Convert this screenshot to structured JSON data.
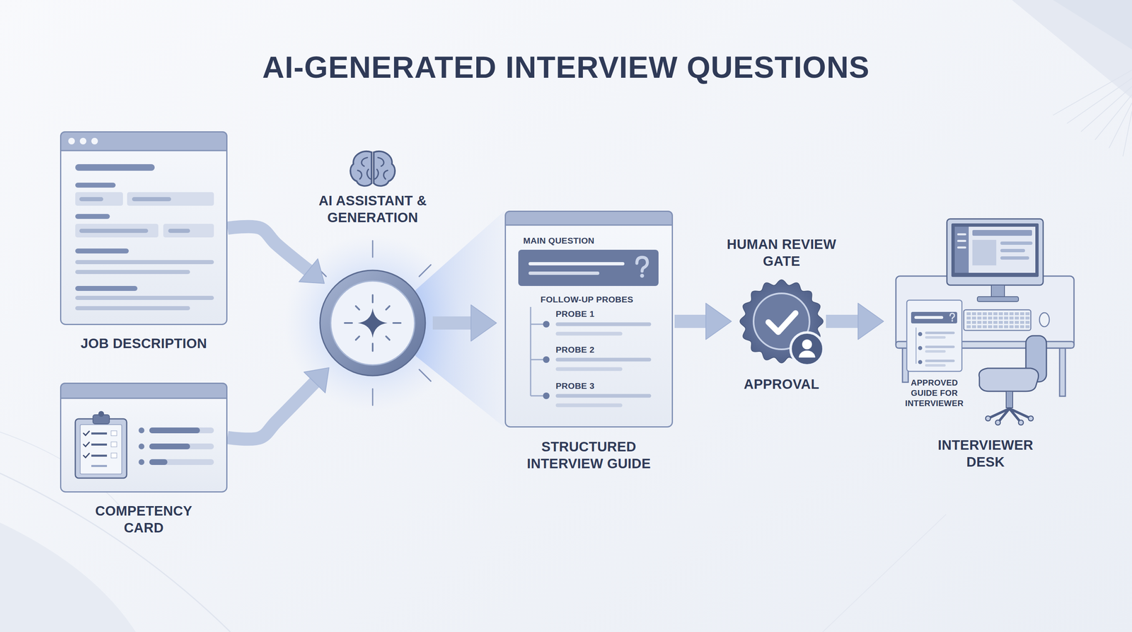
{
  "diagram": {
    "title": "AI-GENERATED INTERVIEW QUESTIONS",
    "nodes": [
      {
        "text": [
          "JOB DESCRIPTION"
        ]
      },
      {
        "text": [
          "COMPETENCY CARD"
        ]
      },
      {
        "text": [
          "AI ASSISTANT & GENERATION"
        ]
      },
      {
        "text": [
          "MAIN QUESTION",
          "FOLLOW-UP PROBES",
          "PROBE 1",
          "PROBE 2",
          "PROBE 3",
          "STRUCTURED INTERVIEW GUIDE"
        ]
      },
      {
        "text": [
          "HUMAN REVIEW GATE",
          "APPROVAL"
        ]
      },
      {
        "text": [
          "INTERVIEWER DESK"
        ]
      },
      {
        "text": [
          "APPROVED GUIDE FOR INTERVIEWER"
        ],
        "in": 5
      }
    ],
    "edges": [
      {
        "from": 0,
        "to": 2,
        "arrow": "to"
      },
      {
        "from": 1,
        "to": 2,
        "arrow": "to"
      },
      {
        "from": 2,
        "to": 3,
        "arrow": "to"
      },
      {
        "from": 3,
        "to": 4,
        "arrow": "to"
      },
      {
        "from": 4,
        "to": 5,
        "arrow": "to"
      }
    ]
  }
}
